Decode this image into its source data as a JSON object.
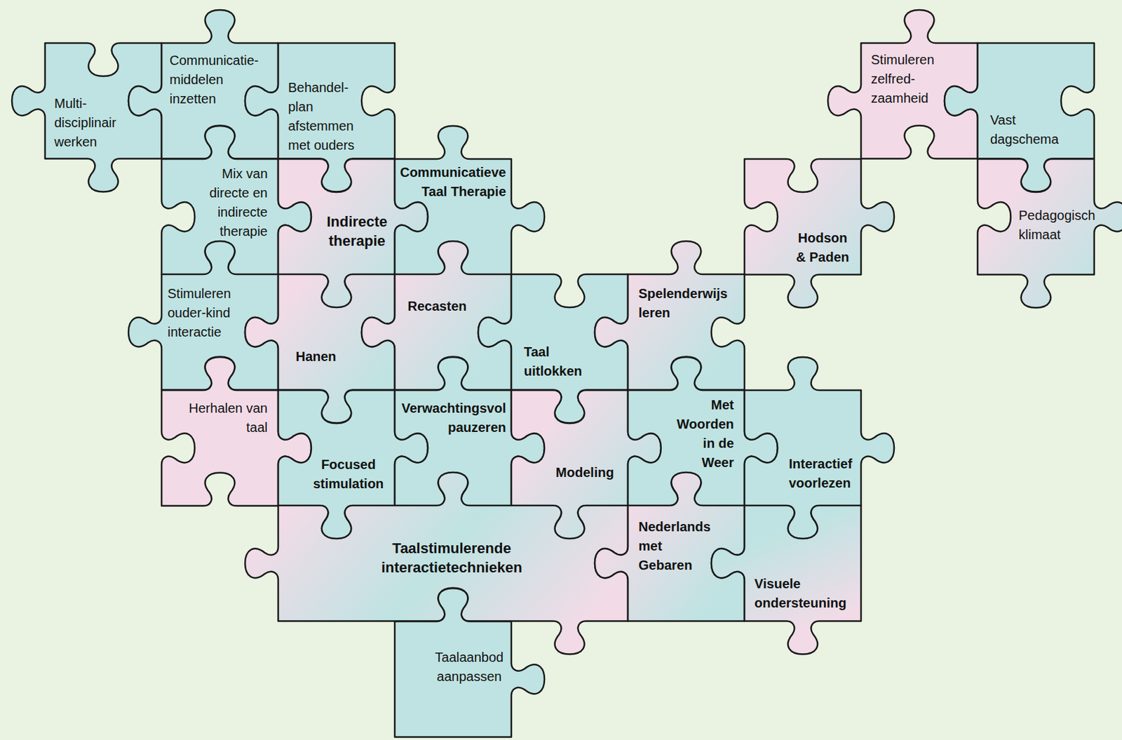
{
  "diagram": {
    "nodes": [
      {
        "text": [
          "Multi- disciplinair werken"
        ]
      },
      {
        "text": [
          "Communicatie- middelen inzetten"
        ]
      },
      {
        "text": [
          "Behandel- plan afstemmen met ouders"
        ]
      },
      {
        "text": [
          "Stimuleren zelfred- zaamheid"
        ]
      },
      {
        "text": [
          "Vast dagschema"
        ]
      },
      {
        "text": [
          "Mix van directe en indirecte therapie"
        ]
      },
      {
        "text": [
          "Indirecte therapie"
        ]
      },
      {
        "text": [
          "Communicatieve Taal Therapie"
        ]
      },
      {
        "text": [
          "Hodson & Paden"
        ]
      },
      {
        "text": [
          "Pedagogisch klimaat"
        ]
      },
      {
        "text": [
          "Stimuleren ouder-kind interactie"
        ]
      },
      {
        "text": [
          "Hanen"
        ]
      },
      {
        "text": [
          "Recasten"
        ]
      },
      {
        "text": [
          "Taal uitlokken"
        ]
      },
      {
        "text": [
          "Spelenderwijs leren"
        ]
      },
      {
        "text": [
          "Herhalen van taal"
        ]
      },
      {
        "text": [
          "Focused stimulation"
        ]
      },
      {
        "text": [
          "Verwachtingsvol pauzeren"
        ]
      },
      {
        "text": [
          "Modeling"
        ]
      },
      {
        "text": [
          "Met Woorden in de Weer"
        ]
      },
      {
        "text": [
          "Interactief voorlezen"
        ]
      },
      {
        "text": [
          "Taalstimulerende interactietechnieken"
        ]
      },
      {
        "text": [
          "Nederlands met Gebaren"
        ]
      },
      {
        "text": [
          "Visuele ondersteuning"
        ]
      },
      {
        "text": [
          "Taalaanbod aanpassen"
        ]
      }
    ]
  }
}
